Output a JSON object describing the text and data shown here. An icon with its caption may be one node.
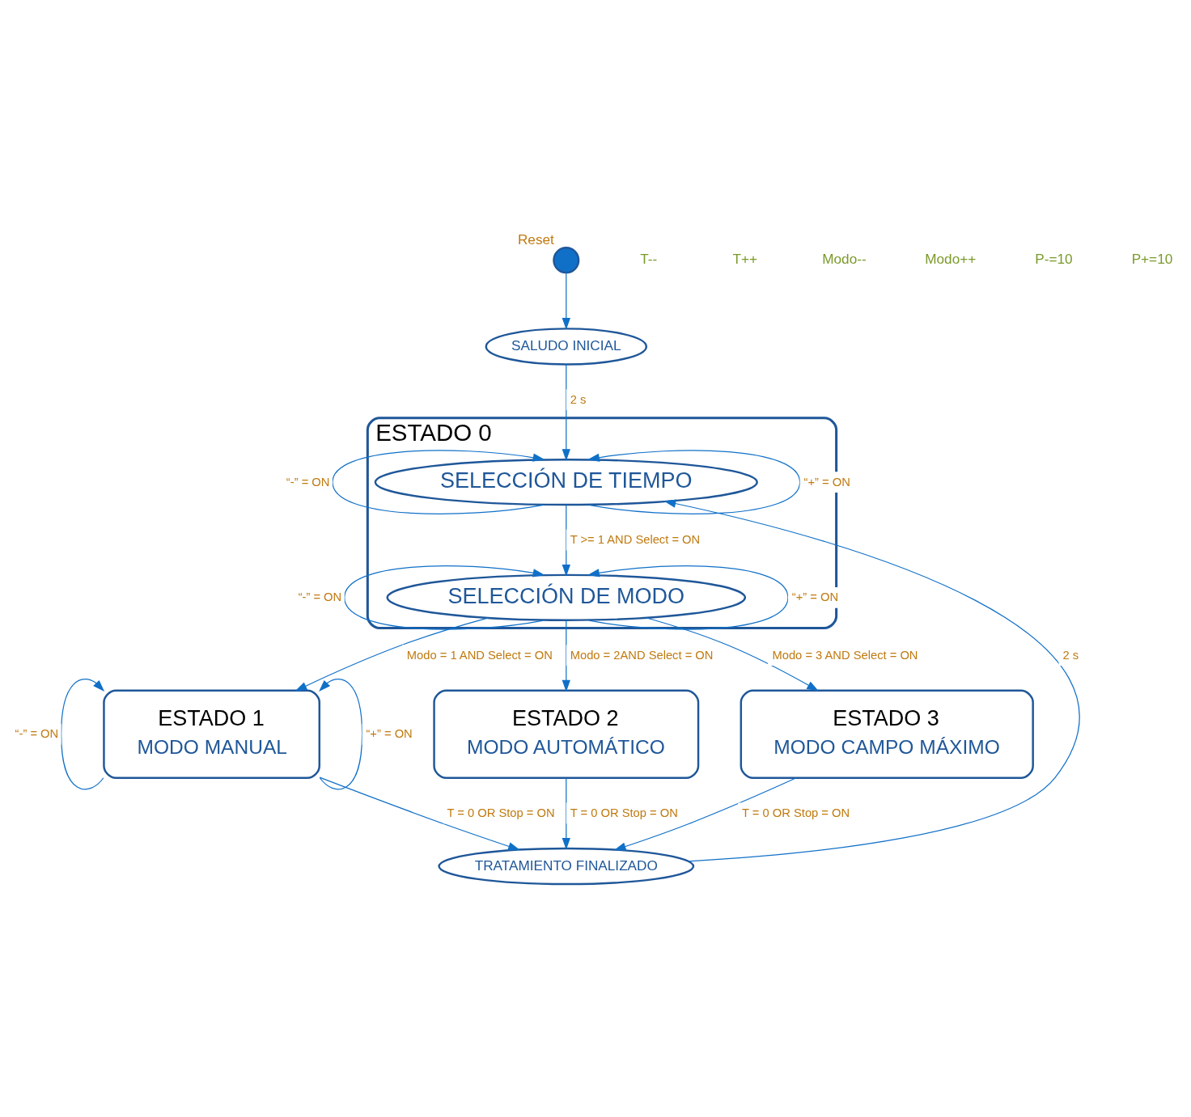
{
  "diagram": {
    "nodes": [
      {
        "text": [],
        "shape": "circle",
        "beside": [
          "Reset"
        ]
      },
      {
        "text": [
          "SALUDO INICIAL"
        ]
      },
      {
        "text": [
          "ESTADO 0"
        ]
      },
      {
        "text": [
          "SELECCIÓN DE TIEMPO"
        ],
        "in": 2
      },
      {
        "text": [
          "SELECCIÓN DE MODO"
        ],
        "in": 2
      },
      {
        "text": [
          "ESTADO 1",
          "MODO MANUAL"
        ]
      },
      {
        "text": [
          "ESTADO 2",
          "MODO AUTOMÁTICO"
        ]
      },
      {
        "text": [
          "ESTADO 3",
          "MODO CAMPO MÁXIMO"
        ]
      },
      {
        "text": [
          "TRATAMIENTO FINALIZADO"
        ]
      }
    ],
    "edges": [
      {
        "from": 0,
        "to": 1,
        "arrow": "to"
      },
      {
        "from": 1,
        "to": 3,
        "arrow": "to",
        "label": "2 s"
      },
      {
        "from": 3,
        "to": 3,
        "arrow": "to",
        "label": "“-” = ON"
      },
      {
        "from": 3,
        "to": 3,
        "arrow": "to",
        "label": "“+” = ON"
      },
      {
        "from": 3,
        "to": 4,
        "arrow": "to",
        "label": "T >= 1 AND Select = ON"
      },
      {
        "from": 4,
        "to": 4,
        "arrow": "to",
        "label": "“-” = ON"
      },
      {
        "from": 4,
        "to": 4,
        "arrow": "to",
        "label": "“+” = ON"
      },
      {
        "from": 4,
        "to": 5,
        "arrow": "to",
        "label": "Modo = 1 AND Select = ON"
      },
      {
        "from": 4,
        "to": 6,
        "arrow": "to",
        "label": "Modo = 2AND Select = ON"
      },
      {
        "from": 4,
        "to": 7,
        "arrow": "to",
        "label": "Modo = 3 AND Select = ON"
      },
      {
        "from": 5,
        "to": 5,
        "arrow": "to",
        "label": "“-” = ON"
      },
      {
        "from": 5,
        "to": 5,
        "arrow": "to",
        "label": "“+” = ON"
      },
      {
        "from": 5,
        "to": 8,
        "arrow": "to",
        "label": "T = 0 OR Stop = ON"
      },
      {
        "from": 6,
        "to": 8,
        "arrow": "to",
        "label": "T = 0 OR Stop = ON"
      },
      {
        "from": 7,
        "to": 8,
        "arrow": "to",
        "label": "T = 0 OR Stop = ON"
      },
      {
        "from": 8,
        "to": 3,
        "arrow": "to",
        "label": "2 s"
      }
    ],
    "labels": [
      "T--",
      "T++",
      "Modo--",
      "Modo++",
      "P-=10",
      "P+=10"
    ]
  }
}
